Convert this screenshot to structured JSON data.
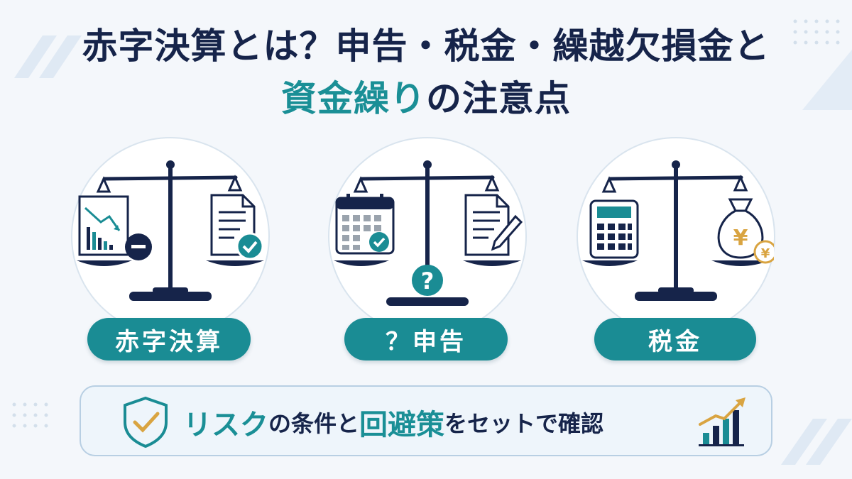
{
  "title": {
    "line1": "赤字決算とは？申告・税金・繰越欠損金と",
    "line2_accent": "資金繰り",
    "line2_rest": "の注意点"
  },
  "cards": [
    {
      "label": "赤字決算",
      "left_icon": "declining-chart-document-icon",
      "right_icon": "approved-document-icon"
    },
    {
      "label": "？申告",
      "left_icon": "calendar-check-icon",
      "right_icon": "document-pen-icon",
      "center_icon": "question-mark-icon",
      "center_glyph": "?"
    },
    {
      "label": "税金",
      "left_icon": "calculator-icon",
      "right_icon": "yen-money-bag-icon",
      "bag_glyph": "¥",
      "coin_glyph": "¥"
    }
  ],
  "banner": {
    "part1": "リスク",
    "part2": "の条件と",
    "part3": "回避策",
    "part4": "をセットで確認",
    "left_icon": "shield-check-icon",
    "right_icon": "growth-bar-chart-icon"
  },
  "colors": {
    "navy": "#16244a",
    "teal": "#1a8c94",
    "gold": "#d9a441",
    "background": "#f4f7fb"
  }
}
